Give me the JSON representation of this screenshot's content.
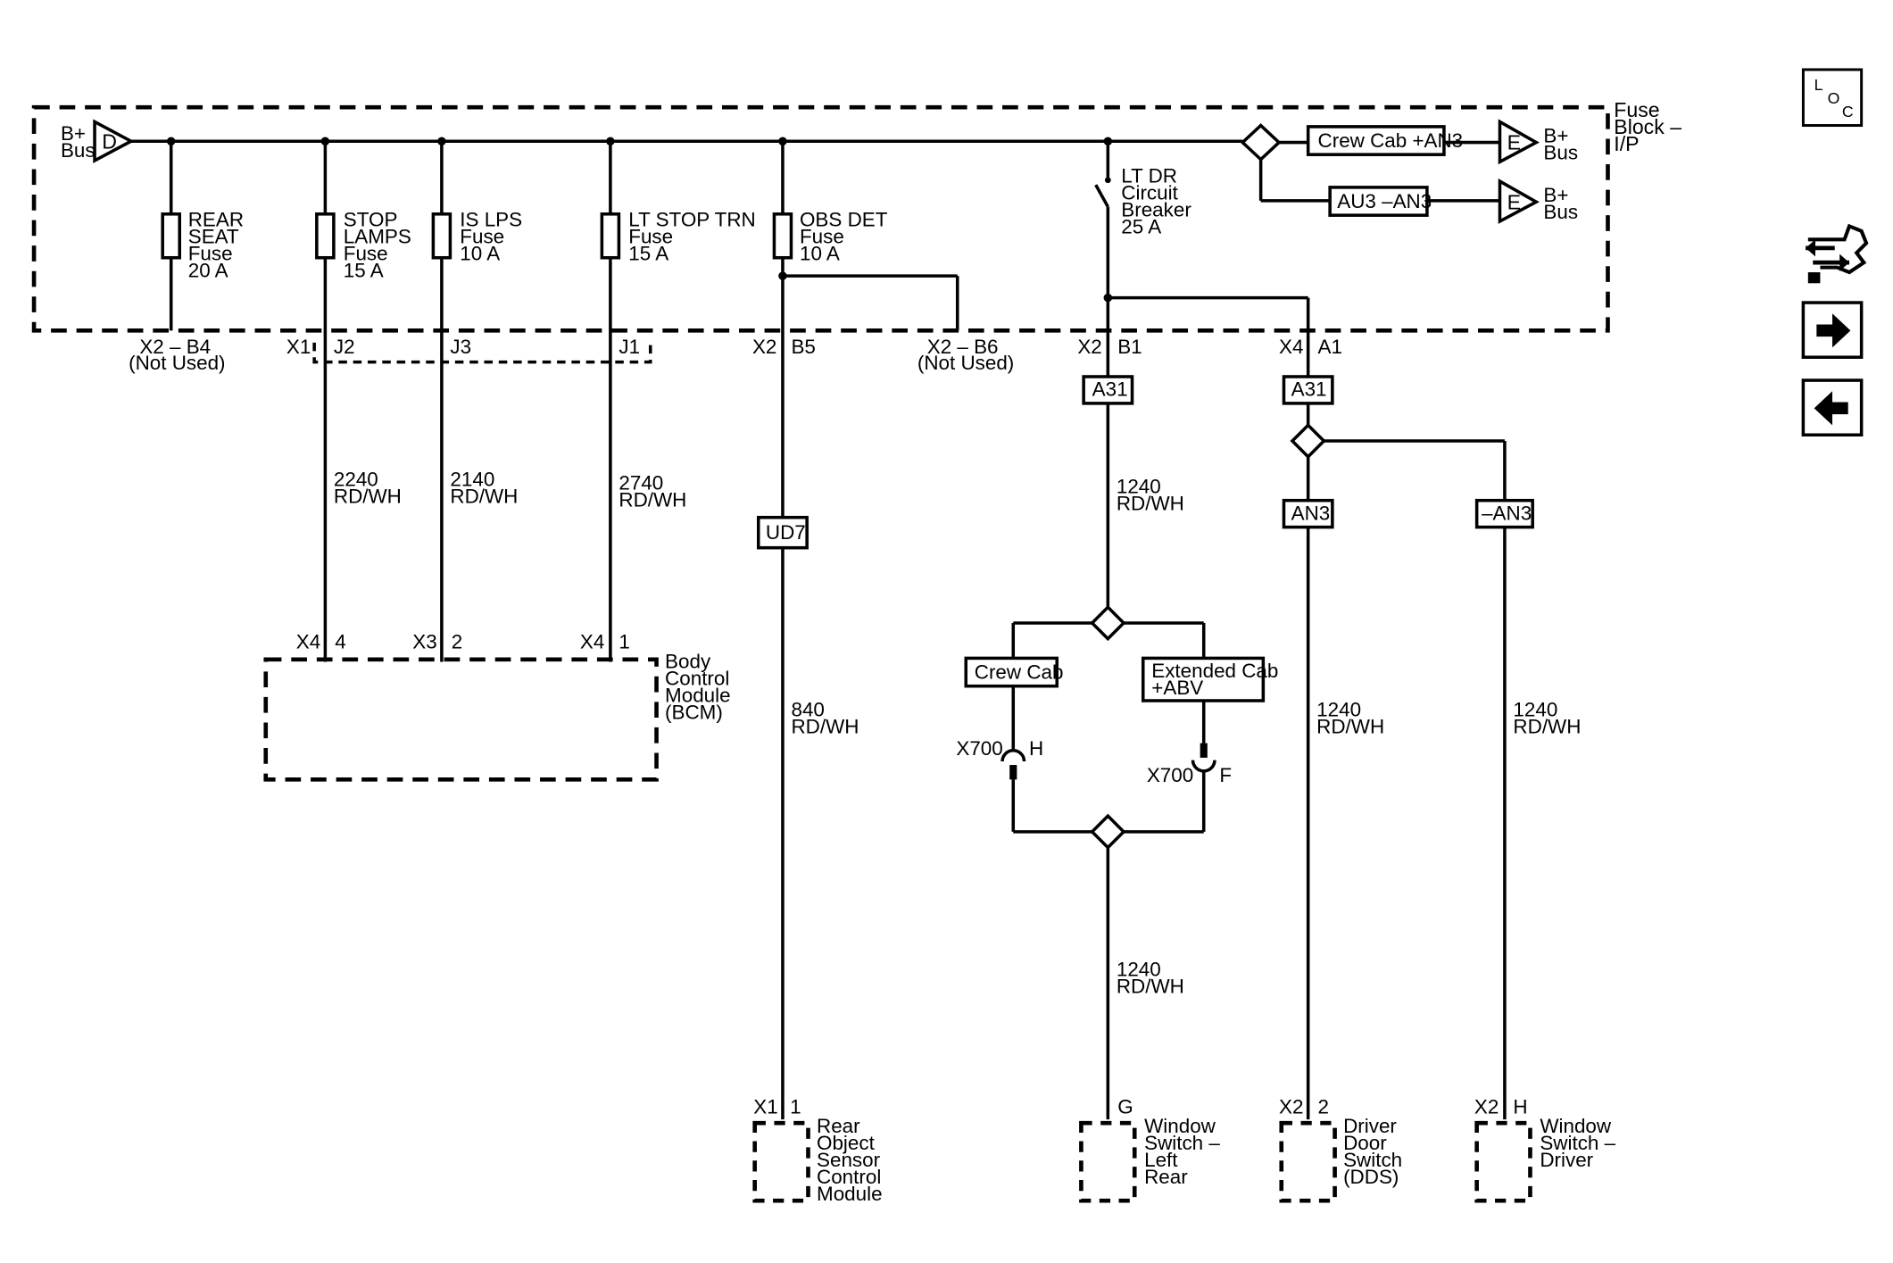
{
  "fuse_block": {
    "name": [
      "Fuse",
      "Block –",
      "I/P"
    ]
  },
  "bus": {
    "left_label": [
      "B+",
      "Bus"
    ],
    "left_letter": "D",
    "right_top_label": [
      "B+",
      "Bus"
    ],
    "right_top_letter": "E",
    "right_bottom_label": [
      "B+",
      "Bus"
    ],
    "right_bottom_letter": "E"
  },
  "options": {
    "crew_cab_an3": "Crew Cab +AN3",
    "au3_an3": "AU3 –AN3",
    "crew_cab": "Crew Cab",
    "extended_cab": [
      "Extended Cab",
      "+ABV"
    ],
    "a31_left": "A31",
    "a31_right": "A31",
    "an3": "AN3",
    "not_an3": "–AN3",
    "ud7": "UD7"
  },
  "fuses": [
    {
      "name": [
        "REAR",
        "SEAT",
        "Fuse",
        "20 A"
      ]
    },
    {
      "name": [
        "STOP",
        "LAMPS",
        "Fuse",
        "15 A"
      ]
    },
    {
      "name": [
        "IS LPS",
        "Fuse",
        "10 A"
      ]
    },
    {
      "name": [
        "LT STOP TRN",
        "Fuse",
        "15 A"
      ]
    },
    {
      "name": [
        "OBS DET",
        "Fuse",
        "10 A"
      ]
    }
  ],
  "breaker": {
    "name": [
      "LT DR",
      "Circuit",
      "Breaker",
      "25 A"
    ]
  },
  "connectors": {
    "x2_b4": [
      "X2 – B4",
      "(Not Used)"
    ],
    "x1": "X1",
    "j2": "J2",
    "j3": "J3",
    "j1": "J1",
    "x2_b5_x2": "X2",
    "x2_b5_b5": "B5",
    "x2_b6": [
      "X2 – B6",
      "(Not Used)"
    ],
    "x2_b1_x2": "X2",
    "x2_b1_b1": "B1",
    "x4_a1_x4": "X4",
    "x4_a1_a1": "A1",
    "bcm_x4_4": [
      "X4",
      "4"
    ],
    "bcm_x3_2": [
      "X3",
      "2"
    ],
    "bcm_x4_1": [
      "X4",
      "1"
    ],
    "x700_h": [
      "X700",
      "H"
    ],
    "x700_f": [
      "X700",
      "F"
    ],
    "rear_obj": [
      "X1",
      "1"
    ],
    "win_lr": [
      "G"
    ],
    "dds": [
      "X2",
      "2"
    ],
    "win_drv": [
      "X2",
      "H"
    ]
  },
  "wires": {
    "w2240": [
      "2240",
      "RD/WH"
    ],
    "w2140": [
      "2140",
      "RD/WH"
    ],
    "w2740": [
      "2740",
      "RD/WH"
    ],
    "w840": [
      "840",
      "RD/WH"
    ],
    "w1240_a": [
      "1240",
      "RD/WH"
    ],
    "w1240_b": [
      "1240",
      "RD/WH"
    ],
    "w1240_c": [
      "1240",
      "RD/WH"
    ],
    "w1240_d": [
      "1240",
      "RD/WH"
    ]
  },
  "components": {
    "bcm": [
      "Body",
      "Control",
      "Module",
      "(BCM)"
    ],
    "rear_object": [
      "Rear",
      "Object",
      "Sensor",
      "Control",
      "Module"
    ],
    "window_lr": [
      "Window",
      "Switch –",
      "Left",
      "Rear"
    ],
    "dds": [
      "Driver",
      "Door",
      "Switch",
      "(DDS)"
    ],
    "window_driver": [
      "Window",
      "Switch –",
      "Driver"
    ]
  },
  "nav": {
    "loc_letters": [
      "L",
      "O",
      "C"
    ],
    "icons": [
      "locator-icon",
      "connector-list-icon",
      "forward-arrow-icon",
      "back-arrow-icon"
    ]
  }
}
